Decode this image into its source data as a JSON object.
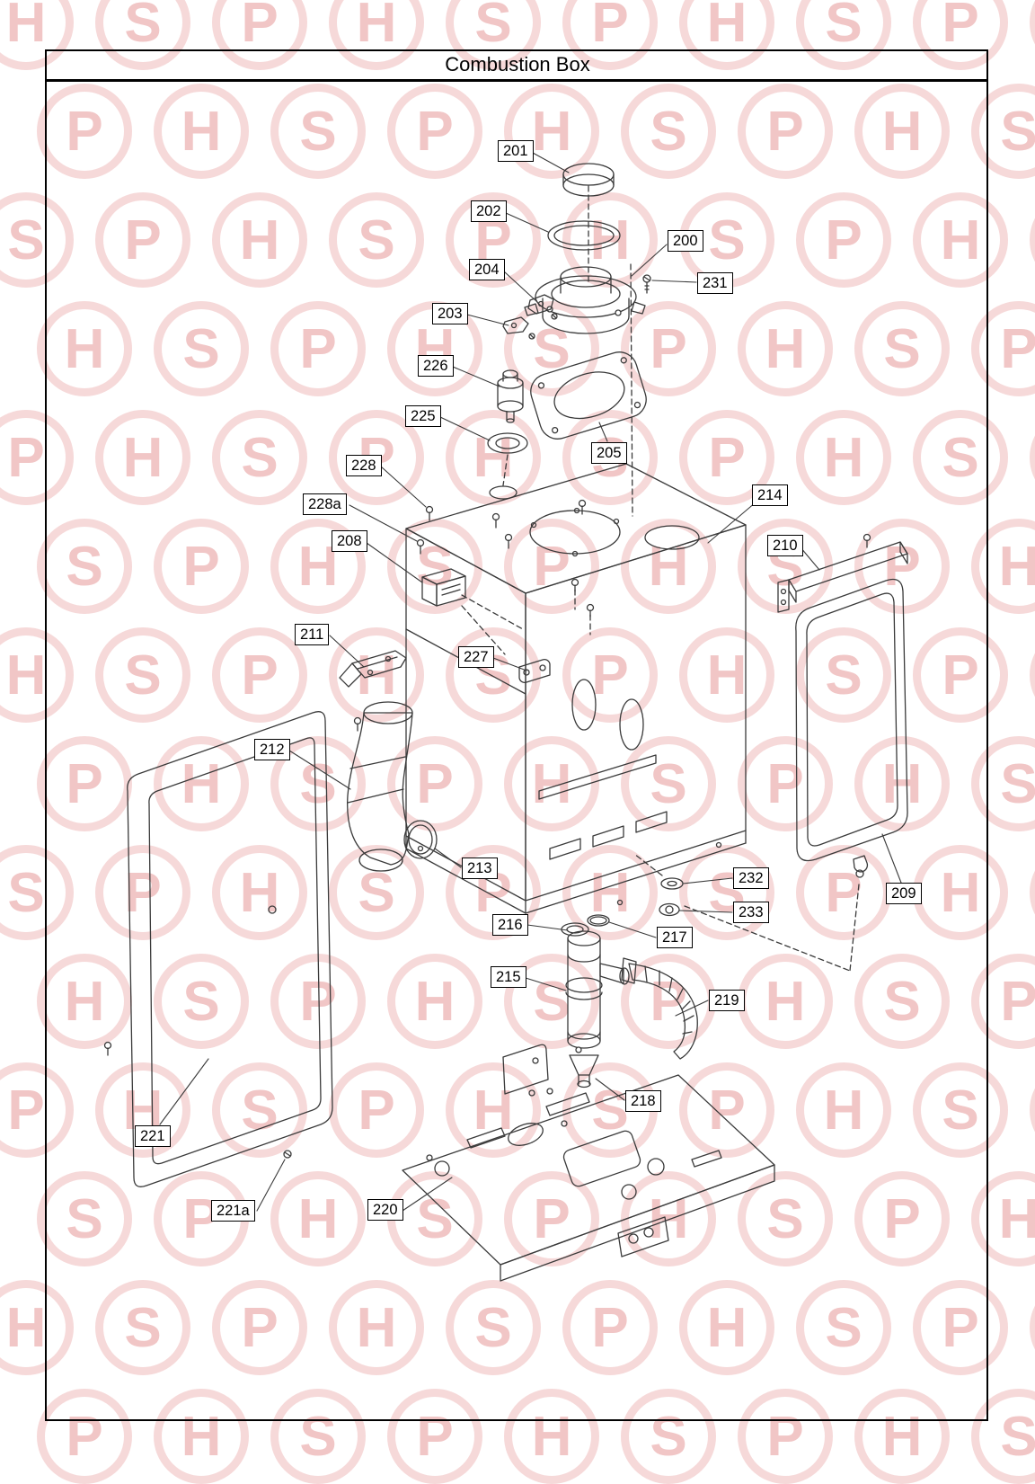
{
  "page": {
    "title": "Combustion Box"
  },
  "watermark": {
    "letters": [
      "H",
      "S",
      "P"
    ],
    "color": "#de7676"
  },
  "diagram": {
    "description": "Exploded parts diagram of boiler combustion box",
    "labels": {
      "p200": "200",
      "p201": "201",
      "p202": "202",
      "p203": "203",
      "p204": "204",
      "p205": "205",
      "p208": "208",
      "p209": "209",
      "p210": "210",
      "p211": "211",
      "p212": "212",
      "p213": "213",
      "p214": "214",
      "p215": "215",
      "p216": "216",
      "p217": "217",
      "p218": "218",
      "p219": "219",
      "p220": "220",
      "p221": "221",
      "p221a": "221a",
      "p225": "225",
      "p226": "226",
      "p227": "227",
      "p228": "228",
      "p228a": "228a",
      "p231": "231",
      "p232": "232",
      "p233": "233"
    }
  }
}
